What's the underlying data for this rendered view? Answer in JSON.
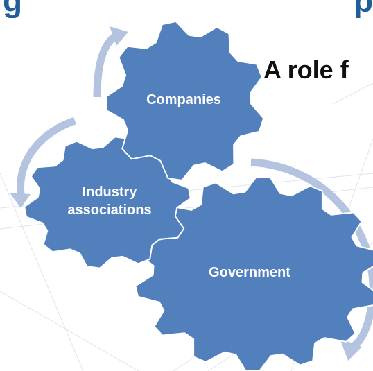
{
  "slide": {
    "title_fragment_left": "g",
    "title_fragment_right": "p",
    "subtitle_partial": "A role f"
  },
  "diagram": {
    "gears": [
      {
        "label": "Companies"
      },
      {
        "label": "Industry\nassociations"
      },
      {
        "label": "Government"
      }
    ]
  },
  "colors": {
    "gear_fill": "#5280bc",
    "gear_outline": "#ffffff",
    "arrow": "#b4c3e0",
    "title": "#1f5e98"
  }
}
